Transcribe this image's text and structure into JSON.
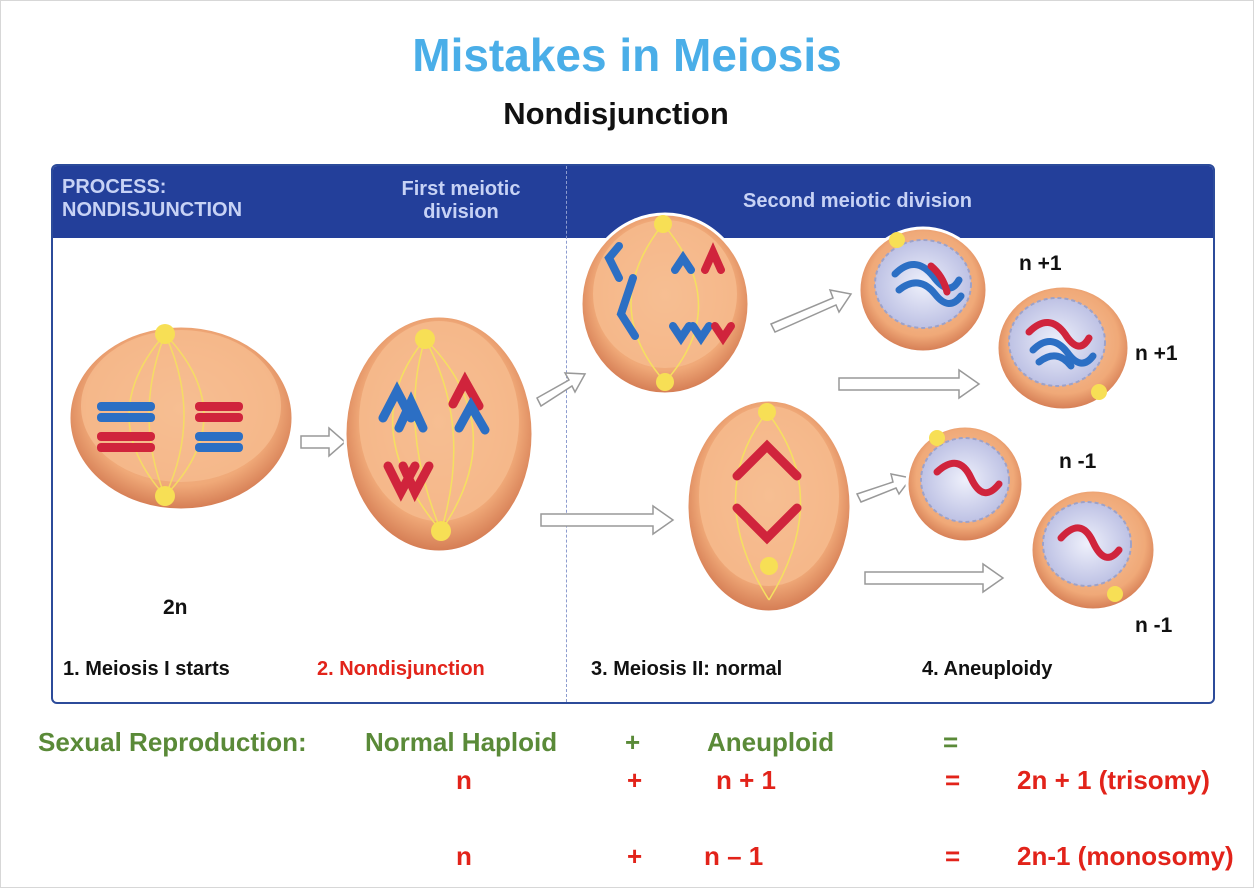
{
  "title": "Mistakes in Meiosis",
  "subtitle": "Nondisjunction",
  "header": {
    "process_line1": "PROCESS:",
    "process_line2": "NONDISJUNCTION",
    "first_line1": "First meiotic",
    "first_line2": "division",
    "second": "Second meiotic division"
  },
  "steps": [
    {
      "label": "1. Meiosis I starts",
      "color": "#111111"
    },
    {
      "label": "2. Nondisjunction",
      "color": "#e2231a"
    },
    {
      "label": "3. Meiosis II: normal",
      "color": "#111111"
    },
    {
      "label": "4. Aneuploidy",
      "color": "#111111"
    }
  ],
  "cell_labels": {
    "diploid": "2n",
    "plus1_a": "n +1",
    "plus1_b": "n +1",
    "minus1_a": "n -1",
    "minus1_b": "n -1"
  },
  "equation": {
    "row1": {
      "a": "Sexual Reproduction:",
      "b": "Normal Haploid",
      "plus": "+",
      "c": "Aneuploid",
      "eq": "="
    },
    "row2": {
      "a": "n",
      "plus": "+",
      "c": "n + 1",
      "eq": "=",
      "result": "2n + 1 (trisomy)"
    },
    "row3": {
      "a": "n",
      "plus": "+",
      "c": "n – 1",
      "eq": "=",
      "result": "2n-1 (monosomy)"
    }
  },
  "colors": {
    "title": "#4aaee8",
    "band": "#233f9a",
    "green": "#5a8a38",
    "red": "#e2231a",
    "cell": "#f0b184",
    "chrom_blue": "#2c6fc4",
    "chrom_red": "#d0243c"
  }
}
